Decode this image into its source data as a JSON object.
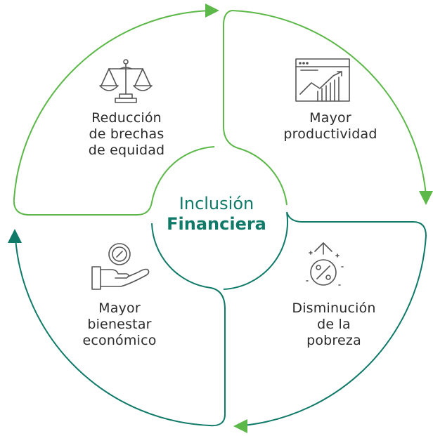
{
  "center": {
    "line1": "Inclusión",
    "line2": "Financiera"
  },
  "quadrants": [
    {
      "id": "top-left",
      "icon": "balance-scale-icon",
      "lines": [
        "Reducción",
        "de brechas",
        "de equidad"
      ]
    },
    {
      "id": "top-right",
      "icon": "growth-chart-icon",
      "lines": [
        "Mayor",
        "productividad"
      ]
    },
    {
      "id": "bottom-right",
      "icon": "percent-tag-icon",
      "lines": [
        "Disminución",
        "de la",
        "pobreza"
      ]
    },
    {
      "id": "bottom-left",
      "icon": "hand-coin-icon",
      "lines": [
        "Mayor",
        "bienestar",
        "económico"
      ]
    }
  ],
  "colors": {
    "light_green": "#5cb848",
    "teal": "#0f7a68",
    "icon_stroke": "#555555",
    "text": "#2b2b2b"
  }
}
